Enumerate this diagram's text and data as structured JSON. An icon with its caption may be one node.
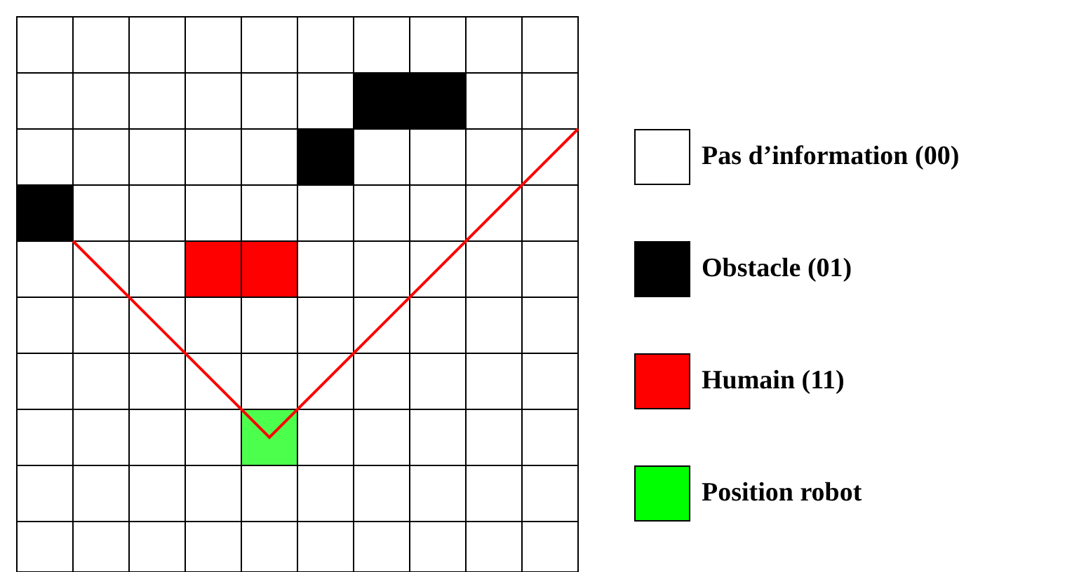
{
  "diagram": {
    "legend": [
      {
        "text": "Pas d’information (00)",
        "color": "#ffffff"
      },
      {
        "text": "Obstacle (01)",
        "color": "#000000"
      },
      {
        "text": "Humain (11)",
        "color": "#ff0000"
      },
      {
        "text": "Position robot",
        "color": "#00ff00"
      }
    ]
  }
}
